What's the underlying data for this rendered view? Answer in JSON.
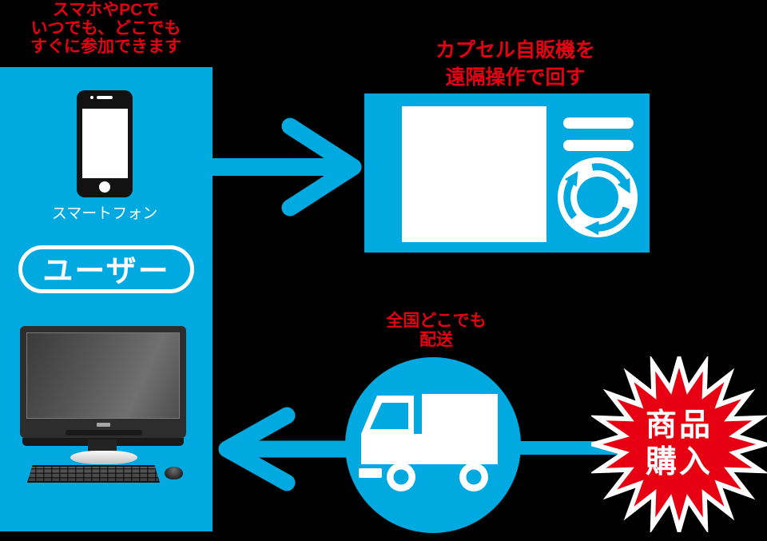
{
  "colors": {
    "blue": "#00A9E0",
    "red": "#E60012",
    "white": "#FFFFFF",
    "background": "#000000"
  },
  "annotations": {
    "join": {
      "line1": "スマホやPCで",
      "line2": "いつでも、どこでも",
      "line3": "すぐに参加できます"
    },
    "remote": {
      "line1": "カプセル自販機を",
      "line2": "遠隔操作で回す"
    },
    "delivery": {
      "line1": "全国どこでも",
      "line2": "配送"
    }
  },
  "user_area": {
    "smartphone_label": "スマートフォン",
    "user_badge": "ユーザー"
  },
  "purchase_badge": {
    "line1": "商品",
    "line2": "購入"
  },
  "icons": {
    "smartphone-icon": "black rounded-rect phone with white screen and home button",
    "desktop-computer-icon": "monitor with keyboard and mouse",
    "arrow-right-icon": "thick blue arrow pointing right",
    "arrow-left-icon": "thick blue arrow pointing left",
    "capsule-vending-machine-icon": "blue machine with white window, slots and dial",
    "rotate-dial-icon": "white dial with clockwise blue arrows",
    "delivery-truck-icon": "white truck inside blue circle",
    "starburst-icon": "red 20-point burst with white outline"
  }
}
